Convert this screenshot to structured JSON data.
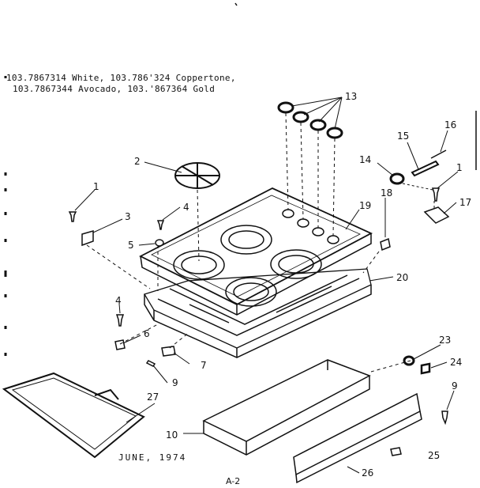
{
  "header": {
    "line1": "103.7867314 White, 103.786'324 Coppertone,",
    "line2": "103.7867344 Avocado, 103.'867364 Gold"
  },
  "footer": {
    "date": "JUNE, 1974",
    "page": "A-2"
  },
  "callouts": {
    "c1a": "1",
    "c1b": "1",
    "c2": "2",
    "c3": "3",
    "c4a": "4",
    "c4b": "4",
    "c5": "5",
    "c6": "6",
    "c7": "7",
    "c9a": "9",
    "c9b": "9",
    "c10": "10",
    "c13": "13",
    "c14": "14",
    "c15": "15",
    "c16": "16",
    "c17": "17",
    "c18": "18",
    "c19": "19",
    "c20": "20",
    "c23": "23",
    "c24": "24",
    "c25": "25",
    "c26": "26",
    "c27": "27"
  }
}
